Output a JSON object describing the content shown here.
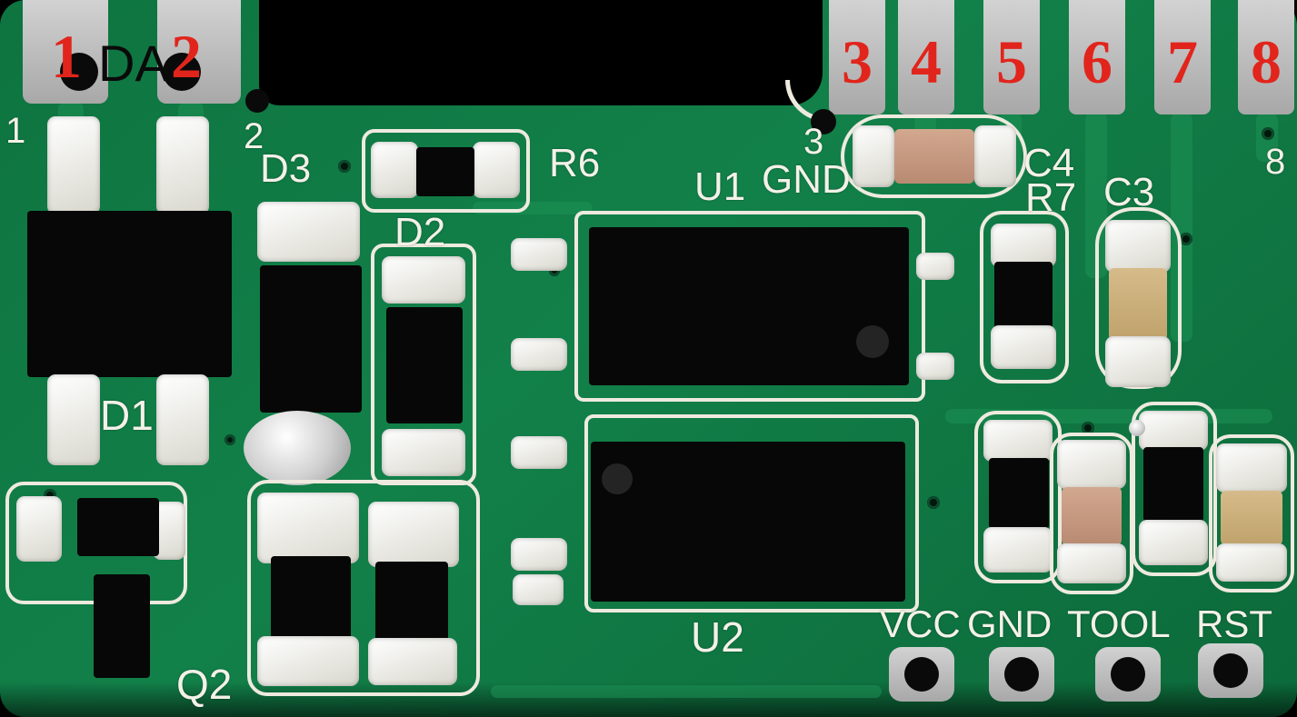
{
  "annotations": {
    "pin_numbers": [
      "1",
      "2",
      "3",
      "4",
      "5",
      "6",
      "7",
      "8"
    ],
    "da_label": "DA"
  },
  "silkscreen": {
    "pin1": "1",
    "pin2": "2",
    "pin3": "3",
    "pin8": "8",
    "d1": "D1",
    "d2": "D2",
    "d3": "D3",
    "q2": "Q2",
    "r6": "R6",
    "r7": "R7",
    "c3": "C3",
    "c4": "C4",
    "u1": "U1",
    "u2": "U2",
    "gnd_top": "GND"
  },
  "bottom_header_pads": [
    {
      "label": "VCC"
    },
    {
      "label": "GND"
    },
    {
      "label": "TOOL"
    },
    {
      "label": "RST"
    }
  ],
  "colors": {
    "background": "#000000",
    "board_green": "#0e7440",
    "trace_green": "#1d9155",
    "pad_gray": "#bfbfbf",
    "silkscreen_white": "#f3f1e8",
    "annotation_red": "#e1251c",
    "component_black": "#070707",
    "capacitor_tan_pink": "#c49a87",
    "capacitor_tan_yellow": "#c9ae7c"
  }
}
